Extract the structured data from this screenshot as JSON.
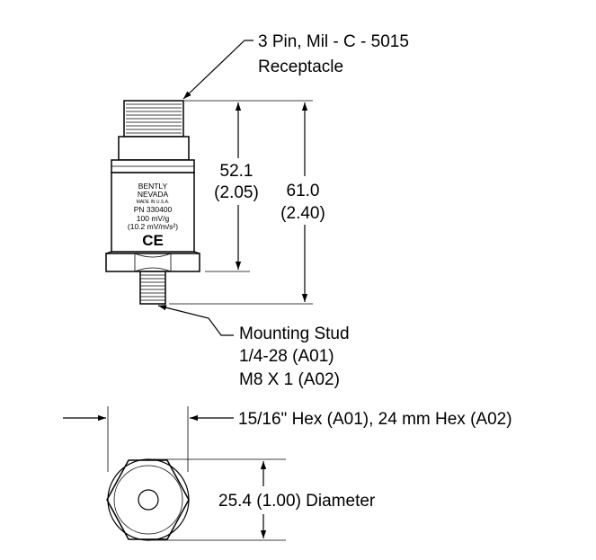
{
  "callouts": {
    "connector_line1": "3 Pin, Mil - C - 5015",
    "connector_line2": "Receptacle",
    "stud_line1": "Mounting Stud",
    "stud_line2": "1/4-28 (A01)",
    "stud_line3": "M8 X 1 (A02)",
    "hex": "15/16\" Hex (A01), 24 mm Hex (A02)",
    "diameter": "25.4 (1.00) Diameter"
  },
  "dimensions": {
    "body_height_mm": "52.1",
    "body_height_in": "(2.05)",
    "overall_height_mm": "61.0",
    "overall_height_in": "(2.40)"
  },
  "label": {
    "brand_line1": "BENTLY",
    "brand_line2": "NEVADA",
    "origin": "MADE IN U.S.A.",
    "part_number": "PN 330400",
    "sensitivity": "100 mV/g",
    "sensitivity_si": "(10.2 mV/m/s²)",
    "mark": "CE"
  }
}
